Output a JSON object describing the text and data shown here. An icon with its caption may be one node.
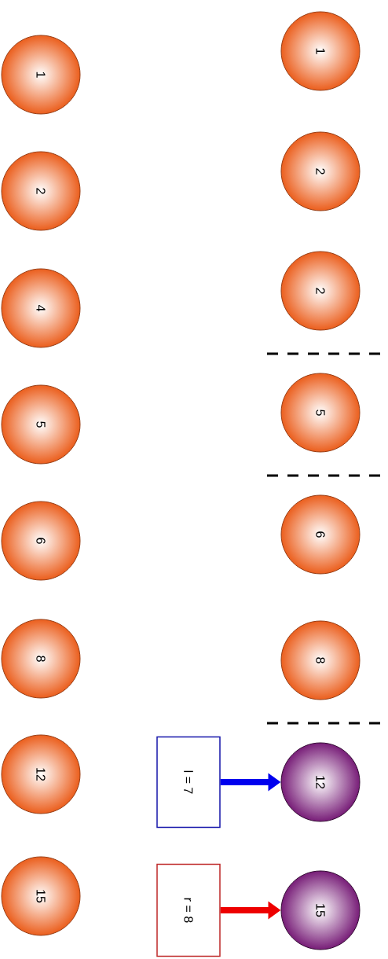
{
  "diagram": {
    "nodes": [
      {
        "text": [
          "1"
        ]
      },
      {
        "text": [
          "2"
        ]
      },
      {
        "text": [
          "4"
        ]
      },
      {
        "text": [
          "5"
        ]
      },
      {
        "text": [
          "6"
        ]
      },
      {
        "text": [
          "8"
        ]
      },
      {
        "text": [
          "12"
        ]
      },
      {
        "text": [
          "15"
        ]
      },
      {
        "text": [
          "1"
        ]
      },
      {
        "text": [
          "2"
        ]
      },
      {
        "text": [
          "2"
        ]
      },
      {
        "text": [
          "5"
        ]
      },
      {
        "text": [
          "6"
        ]
      },
      {
        "text": [
          "8"
        ]
      },
      {
        "text": [
          "12"
        ]
      },
      {
        "text": [
          "15"
        ]
      },
      {
        "text": [
          "l = 7"
        ]
      },
      {
        "text": [
          "r = 8"
        ]
      }
    ],
    "edges": [
      {
        "from": 16,
        "to": 14,
        "arrow": "to",
        "color": "#0000ee"
      },
      {
        "from": 17,
        "to": 15,
        "arrow": "to",
        "color": "#ee0000"
      }
    ]
  }
}
